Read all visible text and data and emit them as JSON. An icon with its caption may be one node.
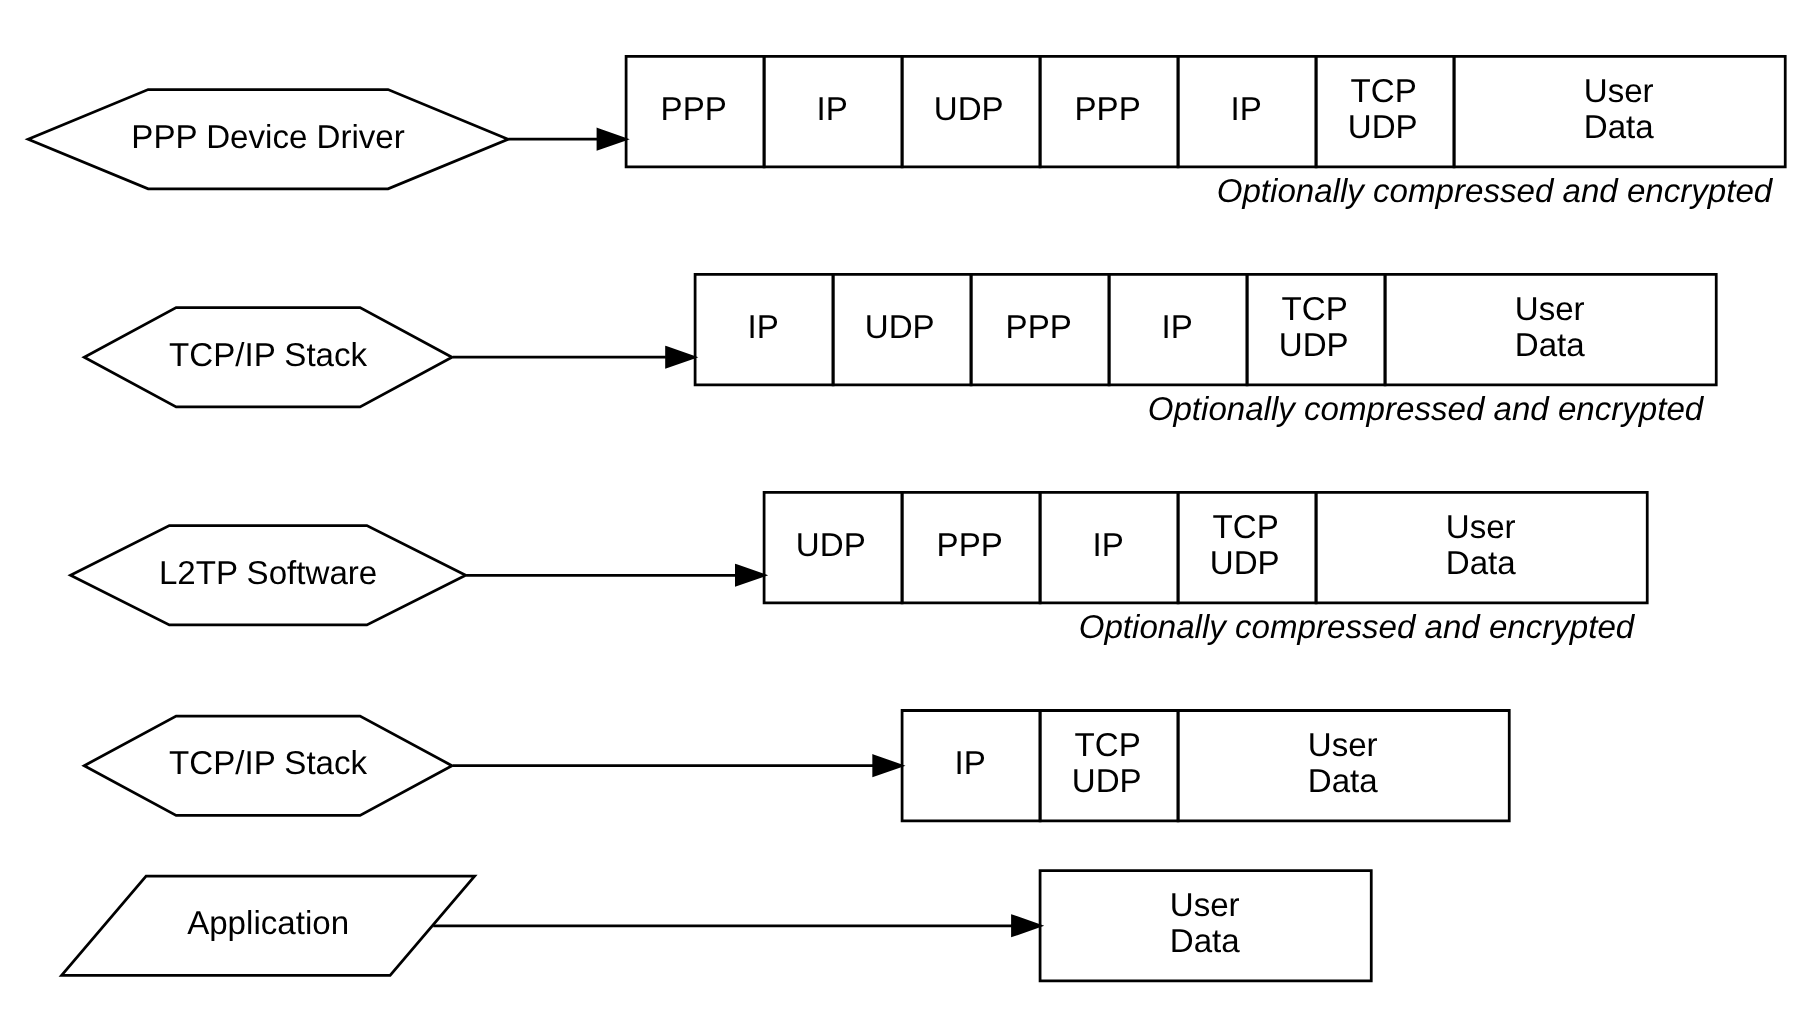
{
  "diagram": {
    "nodes": [
      {
        "text": [
          "Application"
        ]
      },
      {
        "text": [
          "User Data"
        ]
      },
      {
        "text": [
          "TCP/IP Stack"
        ]
      },
      {
        "text": [
          "IP",
          "TCP UDP",
          "User Data"
        ]
      },
      {
        "text": [
          "L2TP Software"
        ]
      },
      {
        "text": [
          "UDP",
          "PPP",
          "IP",
          "TCP UDP",
          "User Data"
        ],
        "beside": [
          "Optionally compressed and encrypted"
        ]
      },
      {
        "text": [
          "TCP/IP Stack"
        ]
      },
      {
        "text": [
          "IP",
          "UDP",
          "PPP",
          "IP",
          "TCP UDP",
          "User Data"
        ],
        "beside": [
          "Optionally compressed and encrypted"
        ]
      },
      {
        "text": [
          "PPP Device Driver"
        ]
      },
      {
        "text": [
          "PPP",
          "IP",
          "UDP",
          "PPP",
          "IP",
          "TCP UDP",
          "User Data"
        ],
        "beside": [
          "Optionally compressed and encrypted"
        ]
      }
    ],
    "edges": [
      {
        "from": 0,
        "to": 1,
        "arrow": "to"
      },
      {
        "from": 2,
        "to": 3,
        "arrow": "to"
      },
      {
        "from": 4,
        "to": 5,
        "arrow": "to"
      },
      {
        "from": 6,
        "to": 7,
        "arrow": "to"
      },
      {
        "from": 8,
        "to": 9,
        "arrow": "to"
      }
    ]
  }
}
